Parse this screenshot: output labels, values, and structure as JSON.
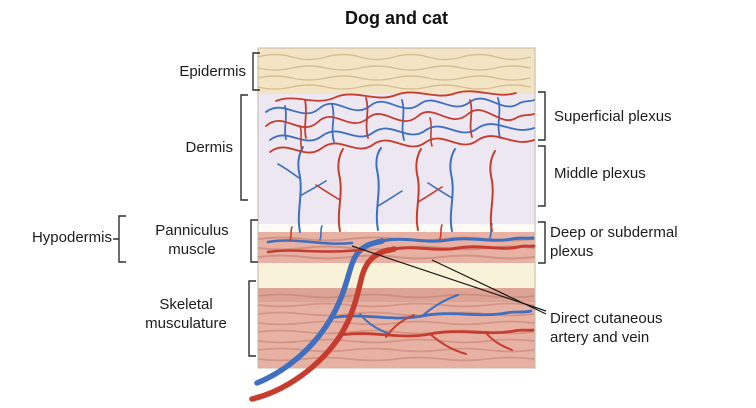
{
  "title": "Dog and cat",
  "labels": {
    "epidermis": "Epidermis",
    "dermis": "Dermis",
    "hypodermis": "Hypodermis",
    "panniculus": "Panniculus\nmuscle",
    "skeletal": "Skeletal\nmusculature",
    "superficial_plexus": "Superficial plexus",
    "middle_plexus": "Middle plexus",
    "deep_plexus": "Deep or subdermal\nplexus",
    "direct_cutaneous": "Direct cutaneous\nartery and vein"
  },
  "colors": {
    "artery": "#c63d2f",
    "vein": "#3f6fbe",
    "epidermis_fill": "#f3e4c4",
    "epidermis_line": "#d3ba8e",
    "dermis_fill": "#ece7f1",
    "muscle_fill": "#e7b2a4",
    "muscle_line": "#c17a69",
    "fat_fill": "#f8f3d8",
    "gap_fill": "#fcfbf6",
    "bracket": "#2e2e2e",
    "pointer": "#1a1a1a"
  }
}
